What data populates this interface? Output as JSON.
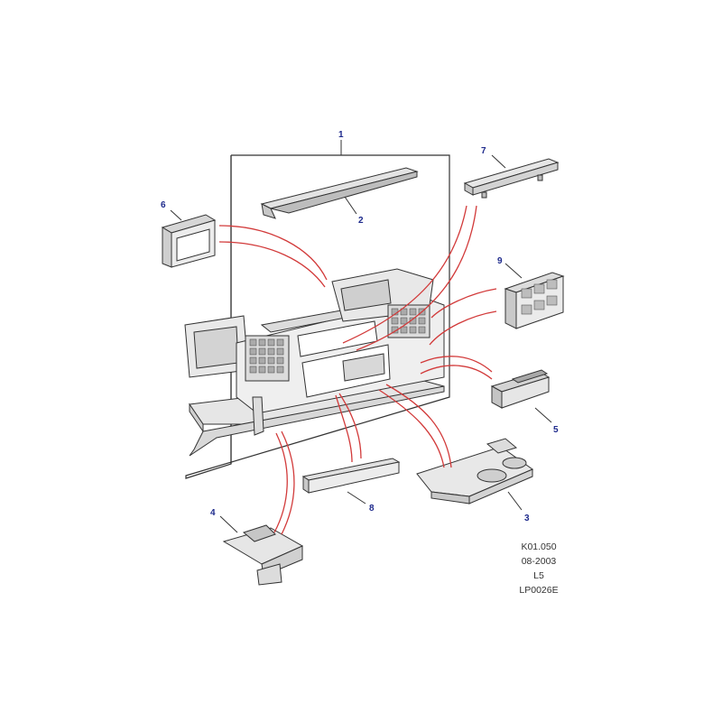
{
  "diagram": {
    "callouts": [
      "1",
      "2",
      "3",
      "4",
      "5",
      "6",
      "7",
      "8",
      "9"
    ],
    "reference": {
      "code": "K01.050",
      "date": "08-2003",
      "model": "L5",
      "plate": "LP0026E"
    },
    "colors": {
      "callout_text": "#1e2a8c",
      "leader_red": "#d23a3a",
      "outline": "#333333",
      "part_fill": "#ebebeb",
      "part_shade": "#bdbdbd"
    }
  }
}
